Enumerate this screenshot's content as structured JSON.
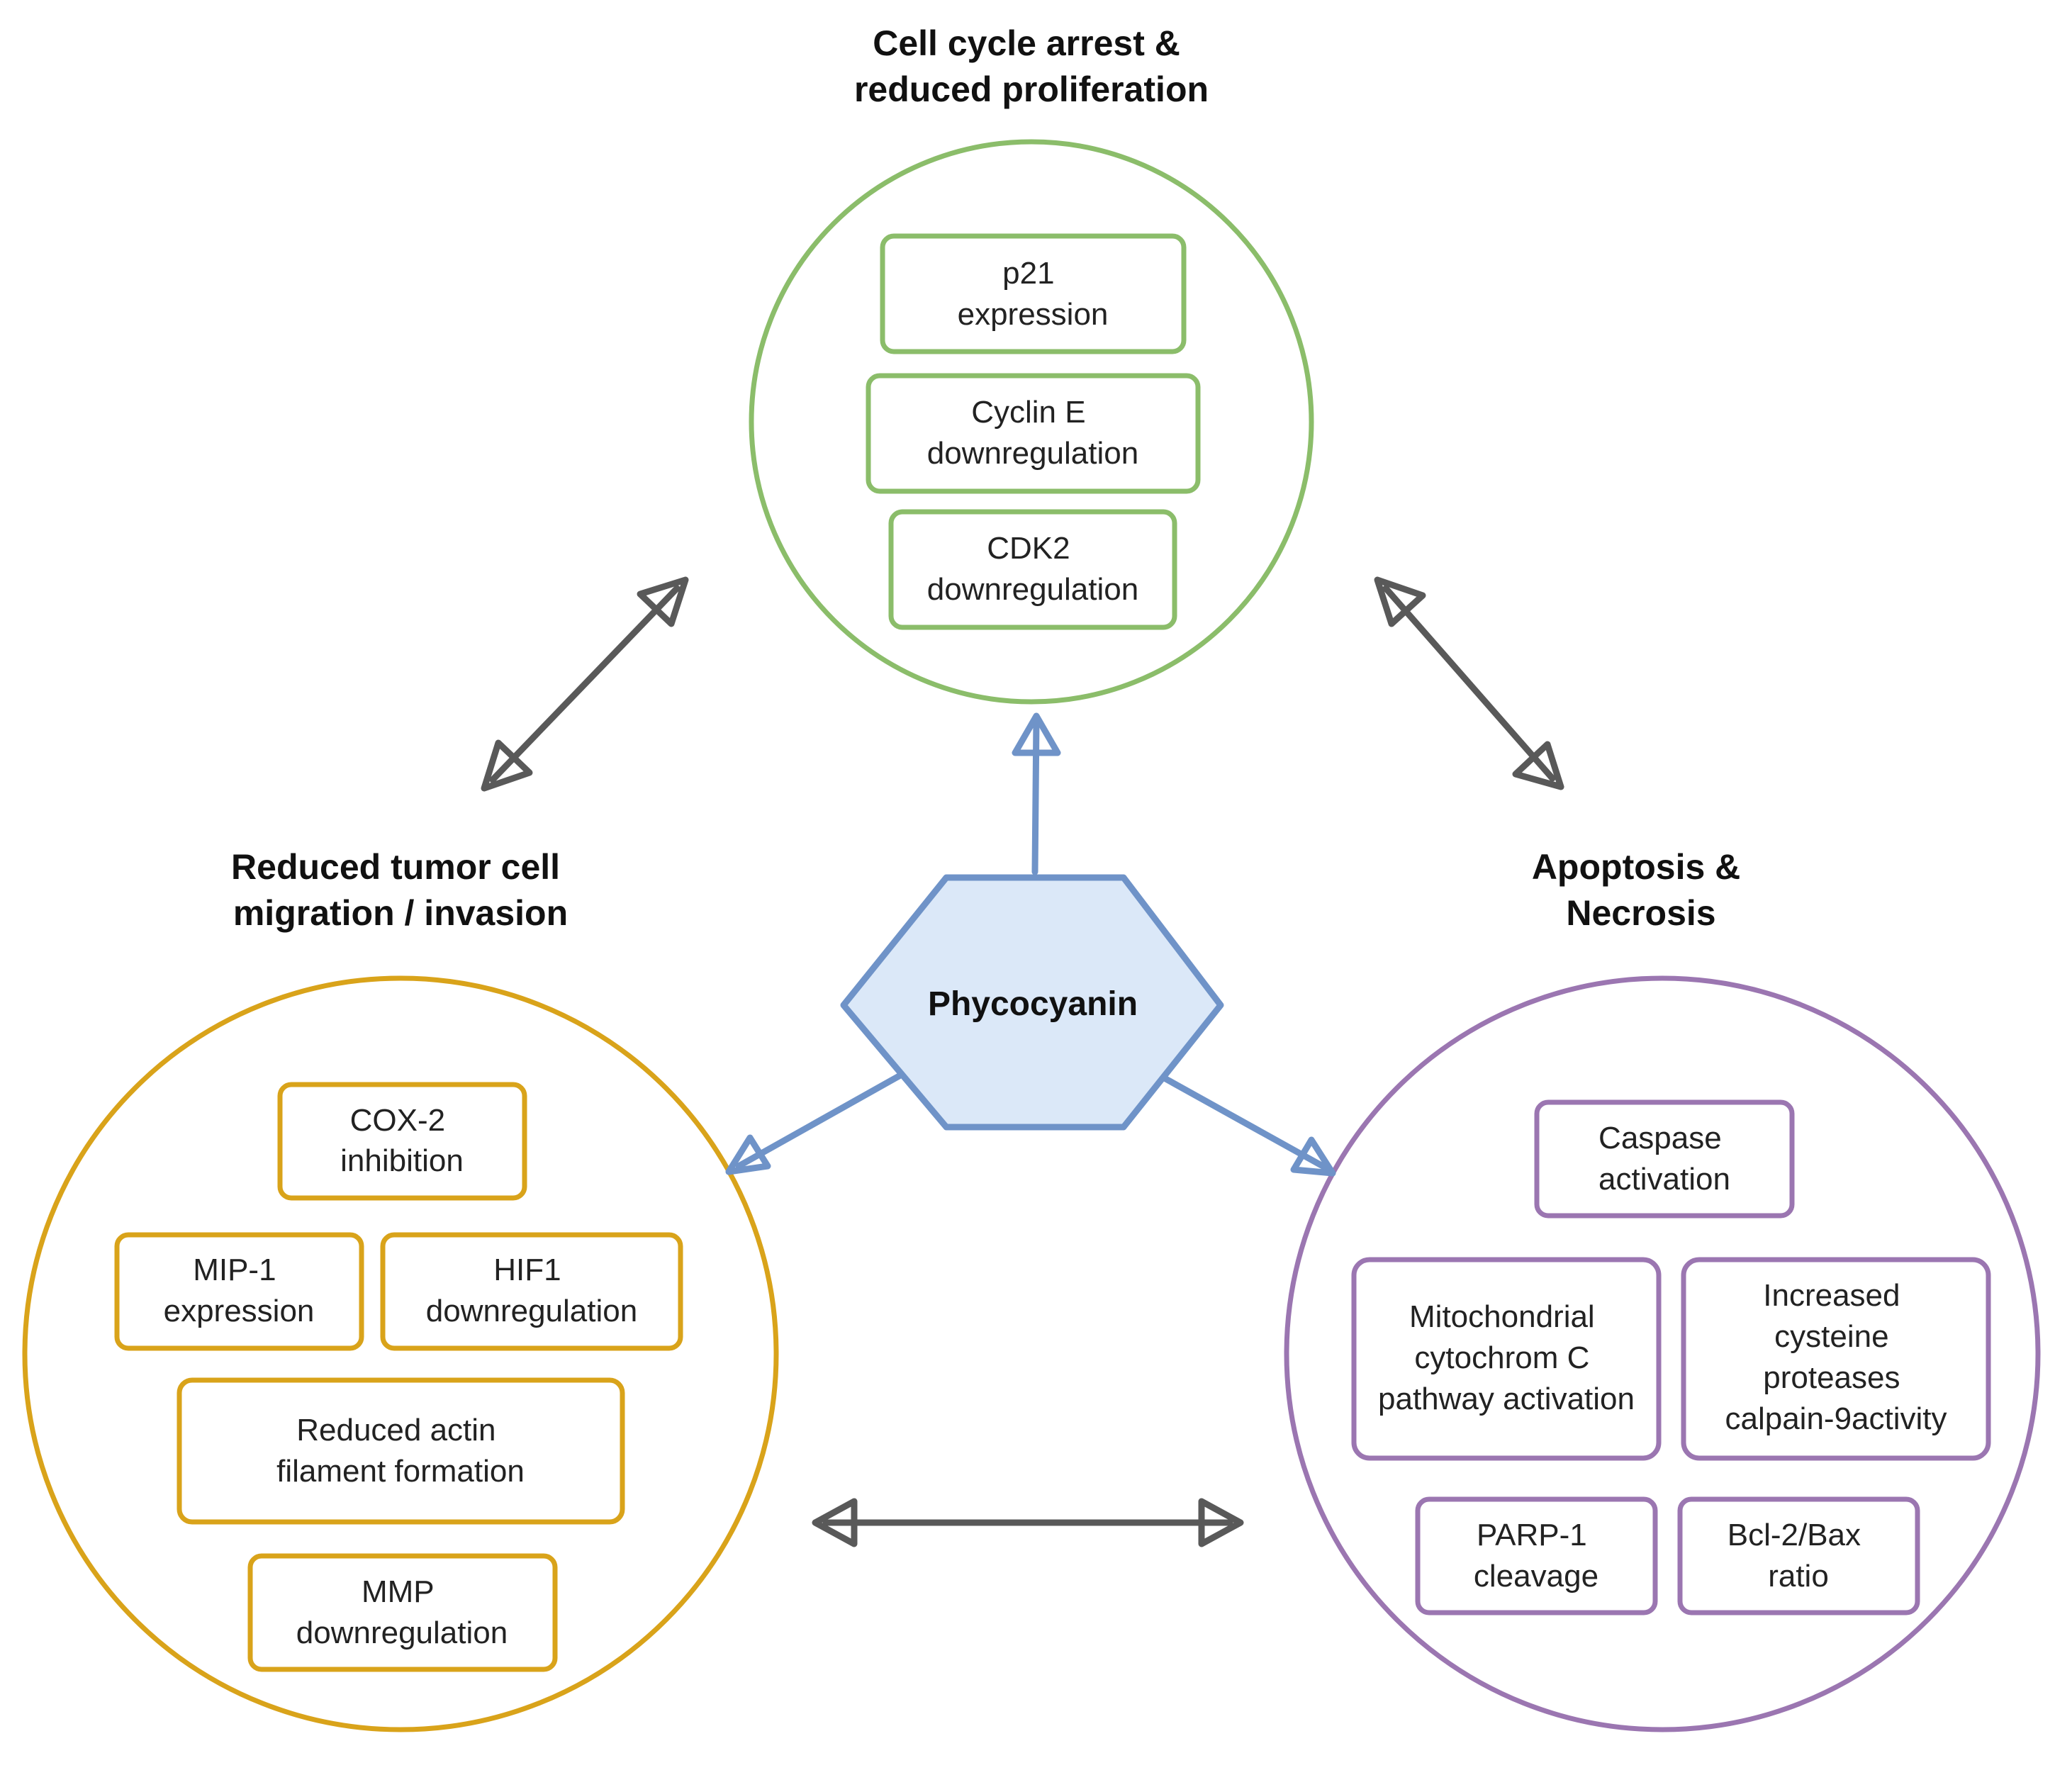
{
  "center": {
    "label": "Phycocyanin",
    "fill": "#dbe8f8",
    "stroke": "#6f93c8"
  },
  "groups": {
    "top": {
      "title": [
        "Cell cycle arrest &",
        "reduced proliferation"
      ],
      "color": "#8bbd6a",
      "items": [
        [
          "p21",
          "expression"
        ],
        [
          "Cyclin E",
          "downregulation"
        ],
        [
          "CDK2",
          "downregulation"
        ]
      ]
    },
    "left": {
      "title": [
        "Reduced tumor cell",
        "migration / invasion"
      ],
      "color": "#d9a31a",
      "items": [
        [
          "COX-2",
          "inhibition"
        ],
        [
          "MIP-1",
          "expression"
        ],
        [
          "HIF1",
          "downregulation"
        ],
        [
          "Reduced actin",
          "filament formation"
        ],
        [
          "MMP",
          "downregulation"
        ]
      ]
    },
    "right": {
      "title": [
        "Apoptosis &",
        "Necrosis"
      ],
      "color": "#9b76b1",
      "items": [
        [
          "Caspase",
          "activation"
        ],
        [
          "Mitochondrial",
          "cytochrom C",
          "pathway activation"
        ],
        [
          "Increased",
          "cysteine",
          "proteases",
          "calpain-9activity"
        ],
        [
          "PARP-1",
          "cleavage"
        ],
        [
          "Bcl-2/Bax",
          "ratio"
        ]
      ]
    }
  },
  "connector_color": "#595959"
}
